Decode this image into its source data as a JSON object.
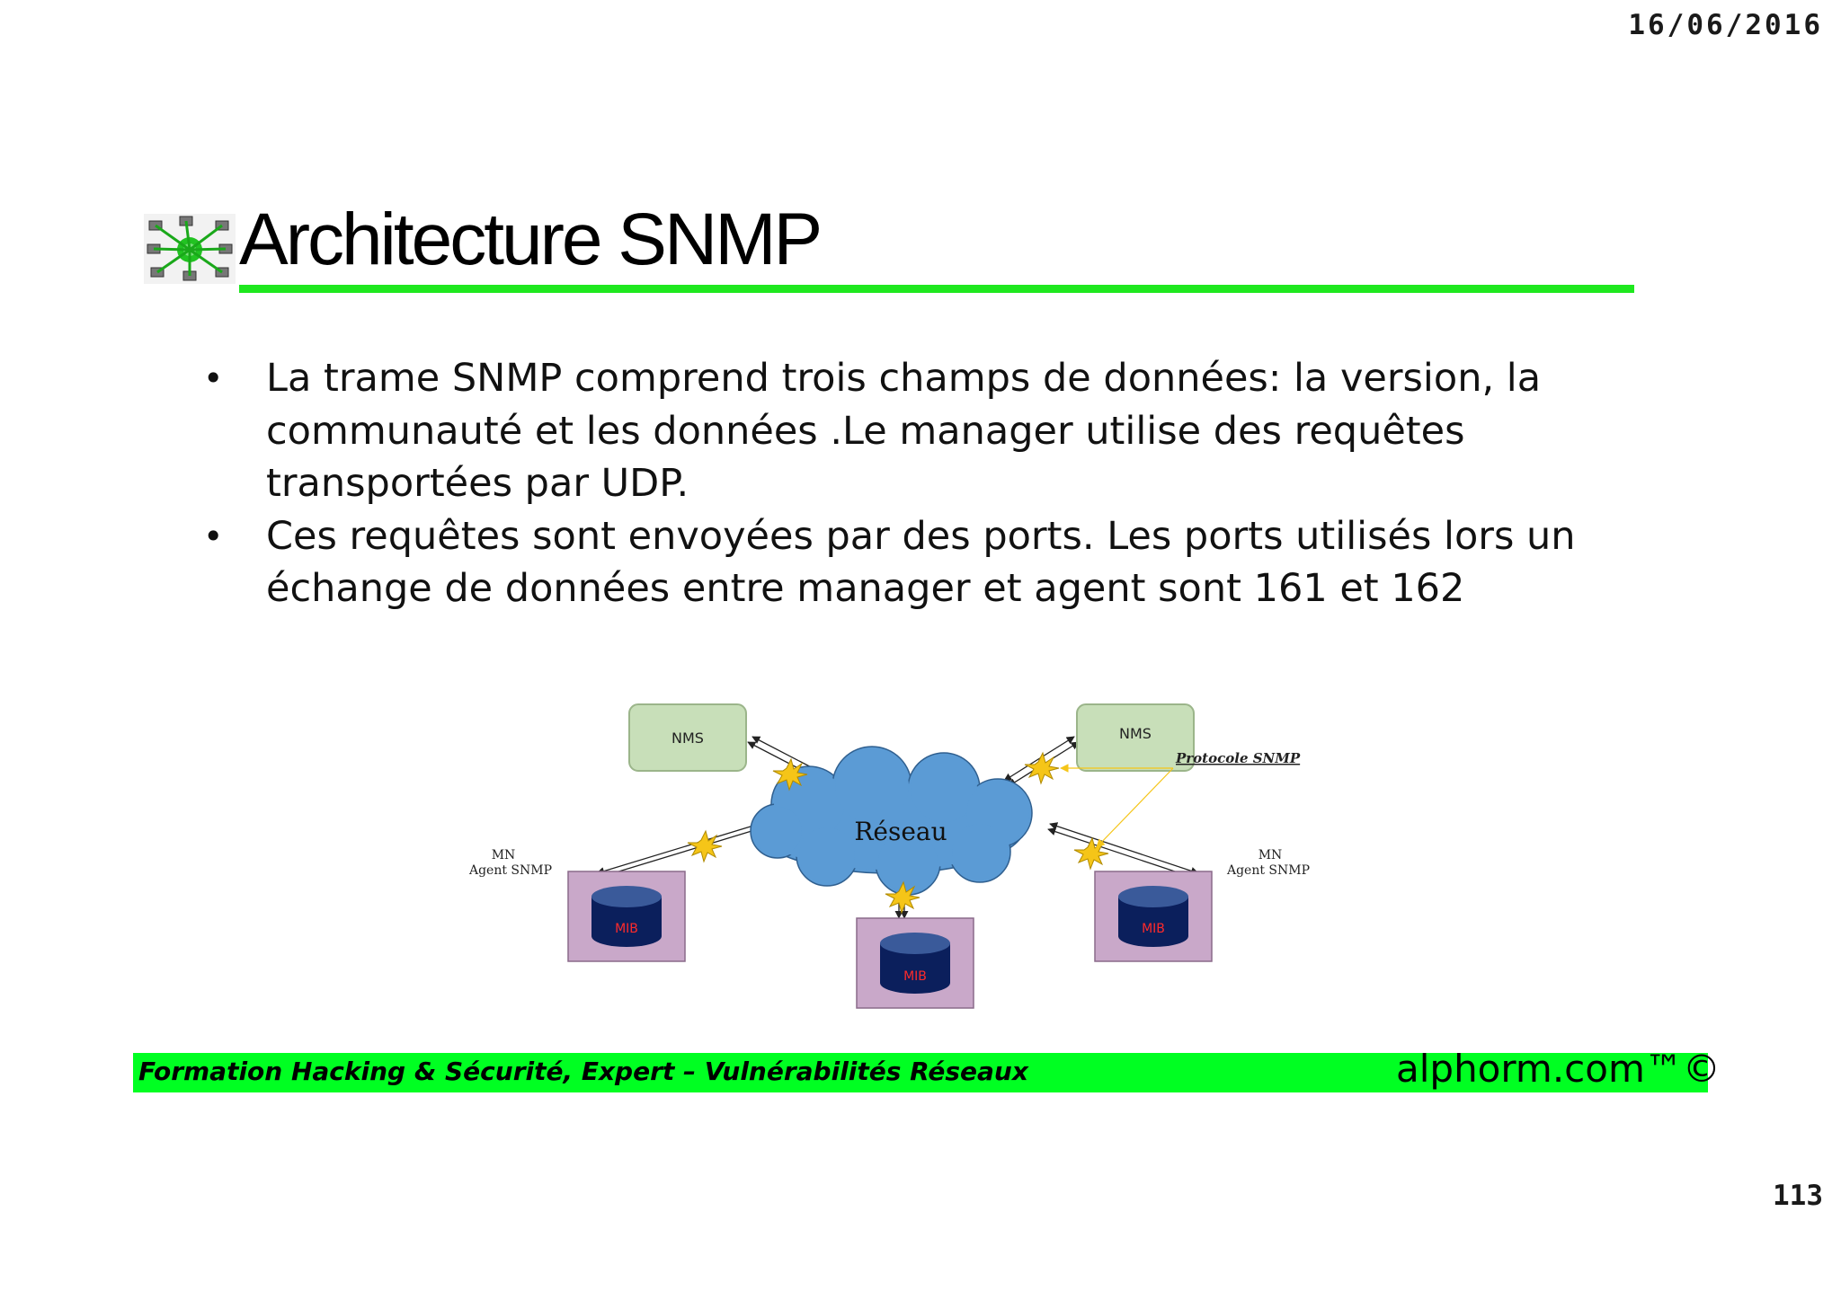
{
  "header": {
    "date": "16/06/2016"
  },
  "slide": {
    "title": "Architecture SNMP",
    "bullets": [
      "La trame SNMP comprend trois champs de données: la version, la communauté et les données .Le manager utilise des requêtes transportées par UDP.",
      "Ces requêtes sont envoyées par des ports. Les ports utilisés lors un échange de données entre manager et agent sont 161 et 162"
    ]
  },
  "diagram": {
    "nms_left": "NMS",
    "nms_right": "NMS",
    "cloud_label": "Réseau",
    "protocol_label": "Protocole SNMP",
    "agent_left": {
      "line1": "MN",
      "line2": "Agent SNMP"
    },
    "agent_right": {
      "line1": "MN",
      "line2": "Agent SNMP"
    },
    "mib_left": "MIB",
    "mib_center": "MIB",
    "mib_right": "MIB",
    "colors": {
      "nms_fill": "#c8dfb9",
      "cloud_fill": "#5b9bd5",
      "mib_box": "#c9a8c9",
      "cylinder": "#0b1f5c",
      "star": "#f5c518"
    }
  },
  "footer": {
    "course": "Formation Hacking & Sécurité, Expert – Vulnérabilités Réseaux",
    "brand": "alphorm.com™©",
    "bar_color": "#00ff22"
  },
  "page_number": "113"
}
